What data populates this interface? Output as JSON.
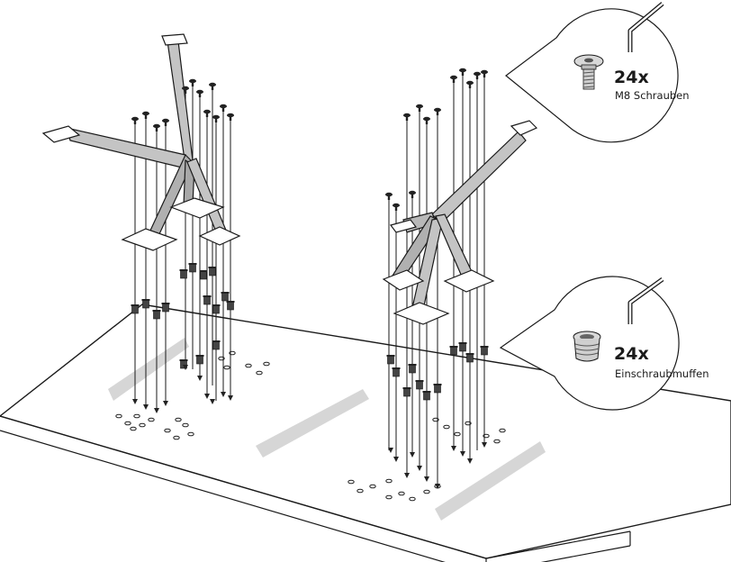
{
  "callouts": [
    {
      "count": "24x",
      "name": "M8 Schrauben",
      "part_icon": "screw-icon",
      "tool_icon": "hex-key-icon"
    },
    {
      "count": "24x",
      "name": "Einschraubmuffen",
      "part_icon": "threaded-insert-icon",
      "tool_icon": "hex-key-icon"
    }
  ],
  "colors": {
    "line": "#1a1a1a",
    "metal": "#c4c4c4",
    "metal_dark": "#9a9a9a",
    "stripe": "#d6d6d6",
    "board": "#ffffff"
  }
}
